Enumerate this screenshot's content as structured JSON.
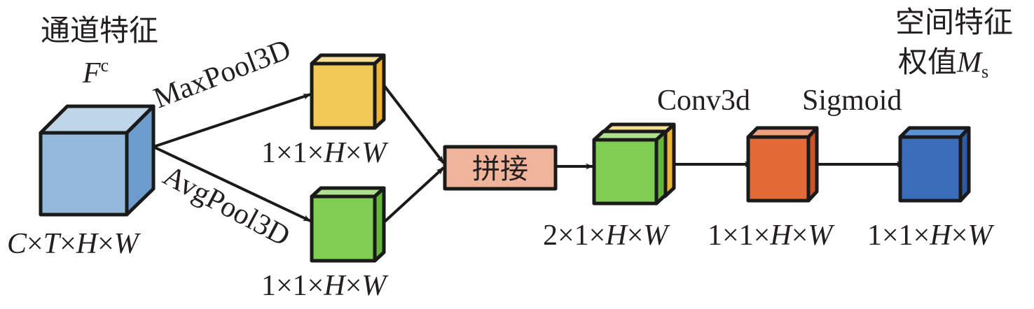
{
  "diagram": {
    "input": {
      "title": "通道特征",
      "symbol": "F",
      "symbol_sup": "c",
      "dims": [
        {
          "t": "C",
          "italic": true
        },
        {
          "t": "×",
          "italic": false
        },
        {
          "t": "T",
          "italic": true
        },
        {
          "t": "×",
          "italic": false
        },
        {
          "t": "H",
          "italic": true
        },
        {
          "t": "×",
          "italic": false
        },
        {
          "t": "W",
          "italic": true
        }
      ],
      "colors": {
        "front": "#94b9dc",
        "top": "#bfd6ea",
        "side": "#6b9ccd"
      }
    },
    "maxpool": {
      "label": "MaxPool3D",
      "dims": [
        {
          "t": "1×1×",
          "italic": false
        },
        {
          "t": "H",
          "italic": true
        },
        {
          "t": "×",
          "italic": false
        },
        {
          "t": "W",
          "italic": true
        }
      ],
      "colors": {
        "front": "#f2c857",
        "top": "#f7de97",
        "side": "#efb532"
      }
    },
    "avgpool": {
      "label": "AvgPool3D",
      "dims": [
        {
          "t": "1×1×",
          "italic": false
        },
        {
          "t": "H",
          "italic": true
        },
        {
          "t": "×",
          "italic": false
        },
        {
          "t": "W",
          "italic": true
        }
      ],
      "colors": {
        "front": "#7fce53",
        "top": "#aee08d",
        "side": "#65b73a"
      }
    },
    "concat": {
      "label": "拼接",
      "color": "#f0b49a"
    },
    "stacked": {
      "dims": [
        {
          "t": "2×1×",
          "italic": false
        },
        {
          "t": "H",
          "italic": true
        },
        {
          "t": "×",
          "italic": false
        },
        {
          "t": "W",
          "italic": true
        }
      ]
    },
    "conv": {
      "label": "Conv3d",
      "dims": [
        {
          "t": "1×1×",
          "italic": false
        },
        {
          "t": "H",
          "italic": true
        },
        {
          "t": "×",
          "italic": false
        },
        {
          "t": "W",
          "italic": true
        }
      ],
      "colors": {
        "front": "#e36a36",
        "top": "#eea07f",
        "side": "#c9532a"
      }
    },
    "sigmoid": {
      "label": "Sigmoid",
      "dims": [
        {
          "t": "1×1×",
          "italic": false
        },
        {
          "t": "H",
          "italic": true
        },
        {
          "t": "×",
          "italic": false
        },
        {
          "t": "W",
          "italic": true
        }
      ]
    },
    "output": {
      "title_line1": "空间特征",
      "title_line2": "权值",
      "symbol": "M",
      "symbol_sub": "s",
      "colors": {
        "front": "#3a6db9",
        "top": "#5a92d6",
        "side": "#2d5aa0"
      }
    }
  }
}
